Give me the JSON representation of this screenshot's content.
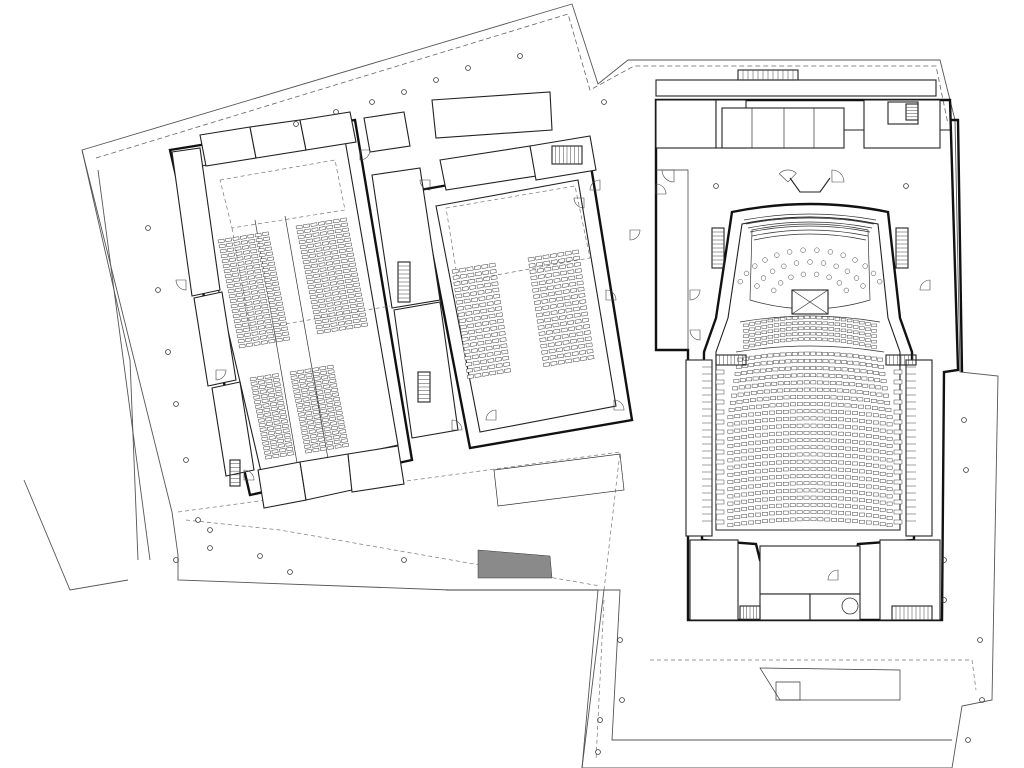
{
  "drawing": {
    "kind": "architectural floor plan",
    "line_color": "#222222",
    "background_color": "#ffffff",
    "accent_shade": "#8a8a8a"
  },
  "west_hall": {
    "seat_blocks_upper": {
      "rows": 22,
      "seats_per_row": 7
    },
    "seat_blocks_lower": {
      "rows": 18,
      "seats_per_row": 6
    }
  },
  "middle_hall": {
    "seat_blocks": {
      "rows": 24,
      "seats_per_row": 6
    }
  },
  "theatre": {
    "stalls_rows": 24,
    "stalls_seats_per_row": 24,
    "balcony_rows": 5,
    "orchestra_chairs": 30
  }
}
